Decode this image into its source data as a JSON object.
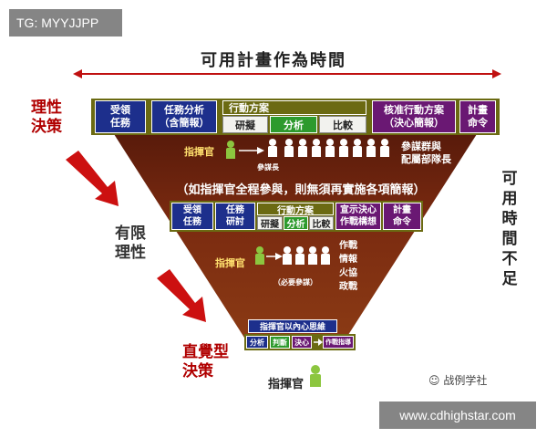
{
  "watermark_top": "TG: MYYJJPP",
  "watermark_bottom": "www.cdhighstar.com",
  "title": "可用計畫作為時間",
  "left_labels": {
    "rational": [
      "理性",
      "決策"
    ],
    "bounded": [
      "有限",
      "理性"
    ],
    "intuitive": [
      "直覺型",
      "決策"
    ]
  },
  "right_label": [
    "可",
    "用",
    "時",
    "間",
    "不",
    "足"
  ],
  "row1": {
    "receive": "受領\n任務",
    "analysis": "任務分析\n（含簡報）",
    "coa": "行動方案",
    "develop": "研擬",
    "analyze": "分析",
    "compare": "比較",
    "approve": "核准行動方案\n（決心簡報）",
    "plan": "計畫\n命令"
  },
  "row1b": {
    "commander": "指揮官",
    "chief": "參謀長",
    "staff": "參謀群與\n配屬部隊長",
    "note": "（如指揮官全程參與，則無須再實施各項簡報）"
  },
  "row2": {
    "receive": "受領\n任務",
    "study": "任務\n研討",
    "coa": "行動方案",
    "develop": "研擬",
    "analyze": "分析",
    "compare": "比較",
    "intent": "宣示決心\n作戰構想",
    "plan": "計畫\n命令"
  },
  "row2b": {
    "commander": "指揮官",
    "staff_note": "（必要參謀）",
    "functions": [
      "作戰",
      "情報",
      "火協",
      "政戰"
    ]
  },
  "row3": {
    "header": "指揮官以內心思維",
    "analyze": "分析",
    "judge": "判斷",
    "decide": "決心",
    "order": "作戰指導"
  },
  "bottom_commander": "指揮官",
  "logo_text": "战例学社",
  "colors": {
    "triangle": "#6b1e0c",
    "blue": "#1d2f8c",
    "purple": "#6a1873",
    "olive": "#6b6a12",
    "green": "#2d9a2d",
    "arrow_red": "#cc1010"
  }
}
